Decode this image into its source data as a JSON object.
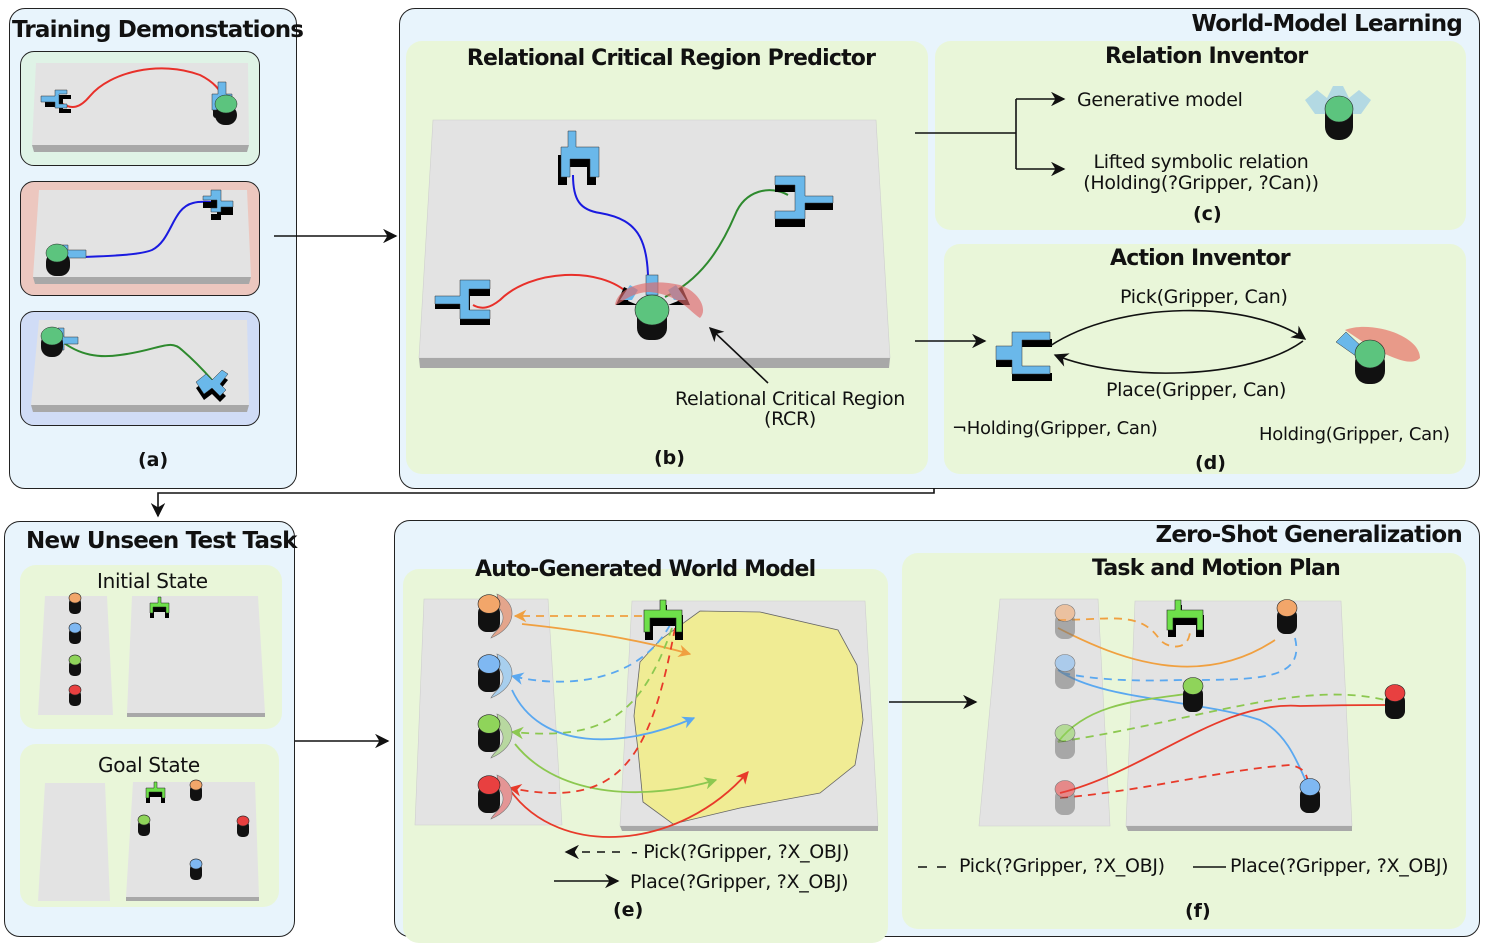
{
  "panel_a": {
    "title": "Training Demonstations",
    "label": "(a)",
    "demos": [
      {
        "background": "#dff3e6",
        "trajectory_color": "#e8302a"
      },
      {
        "background": "#ecc7bf",
        "trajectory_color": "#1a1ae0"
      },
      {
        "background": "#d0dcf6",
        "trajectory_color": "#2e8a2e"
      }
    ]
  },
  "world_model_learning": {
    "title": "World-Model Learning",
    "panel_b": {
      "title": "Relational Critical Region Predictor",
      "annotation_line1": "Relational Critical Region",
      "annotation_line2": "(RCR)",
      "label": "(b)"
    },
    "panel_c": {
      "title": "Relation Inventor",
      "output_1": "Generative model",
      "output_2_line1": "Lifted symbolic relation",
      "output_2_line2": "(Holding(?Gripper, ?Can))",
      "label": "(c)"
    },
    "panel_d": {
      "title": "Action Inventor",
      "pick_action": "Pick(Gripper, Can)",
      "place_action": "Place(Gripper, Can)",
      "state_left": "¬Holding(Gripper, Can)",
      "state_right": "Holding(Gripper, Can)",
      "label": "(d)"
    }
  },
  "test_task": {
    "title": "New Unseen Test Task",
    "initial_state": "Initial State",
    "goal_state": "Goal State"
  },
  "zero_shot": {
    "title": "Zero-Shot Generalization",
    "panel_e": {
      "title": "Auto-Generated World Model",
      "legend_pick": "- Pick(?Gripper, ?X_OBJ)",
      "legend_place": "Place(?Gripper, ?X_OBJ)",
      "label": "(e)"
    },
    "panel_f": {
      "title": "Task and Motion Plan",
      "legend_pick": "Pick(?Gripper, ?X_OBJ)",
      "legend_place": "Place(?Gripper, ?X_OBJ)",
      "label": "(f)"
    }
  },
  "object_colors": {
    "orange": "#f2a66a",
    "blue": "#7fb8f2",
    "green": "#8fd45a",
    "red": "#e84040",
    "gripper_blue": "#6ab8ea",
    "gripper_green": "#6ee04a",
    "can_top": "#5cc47e",
    "rcr_region": "#f2ee8a"
  }
}
